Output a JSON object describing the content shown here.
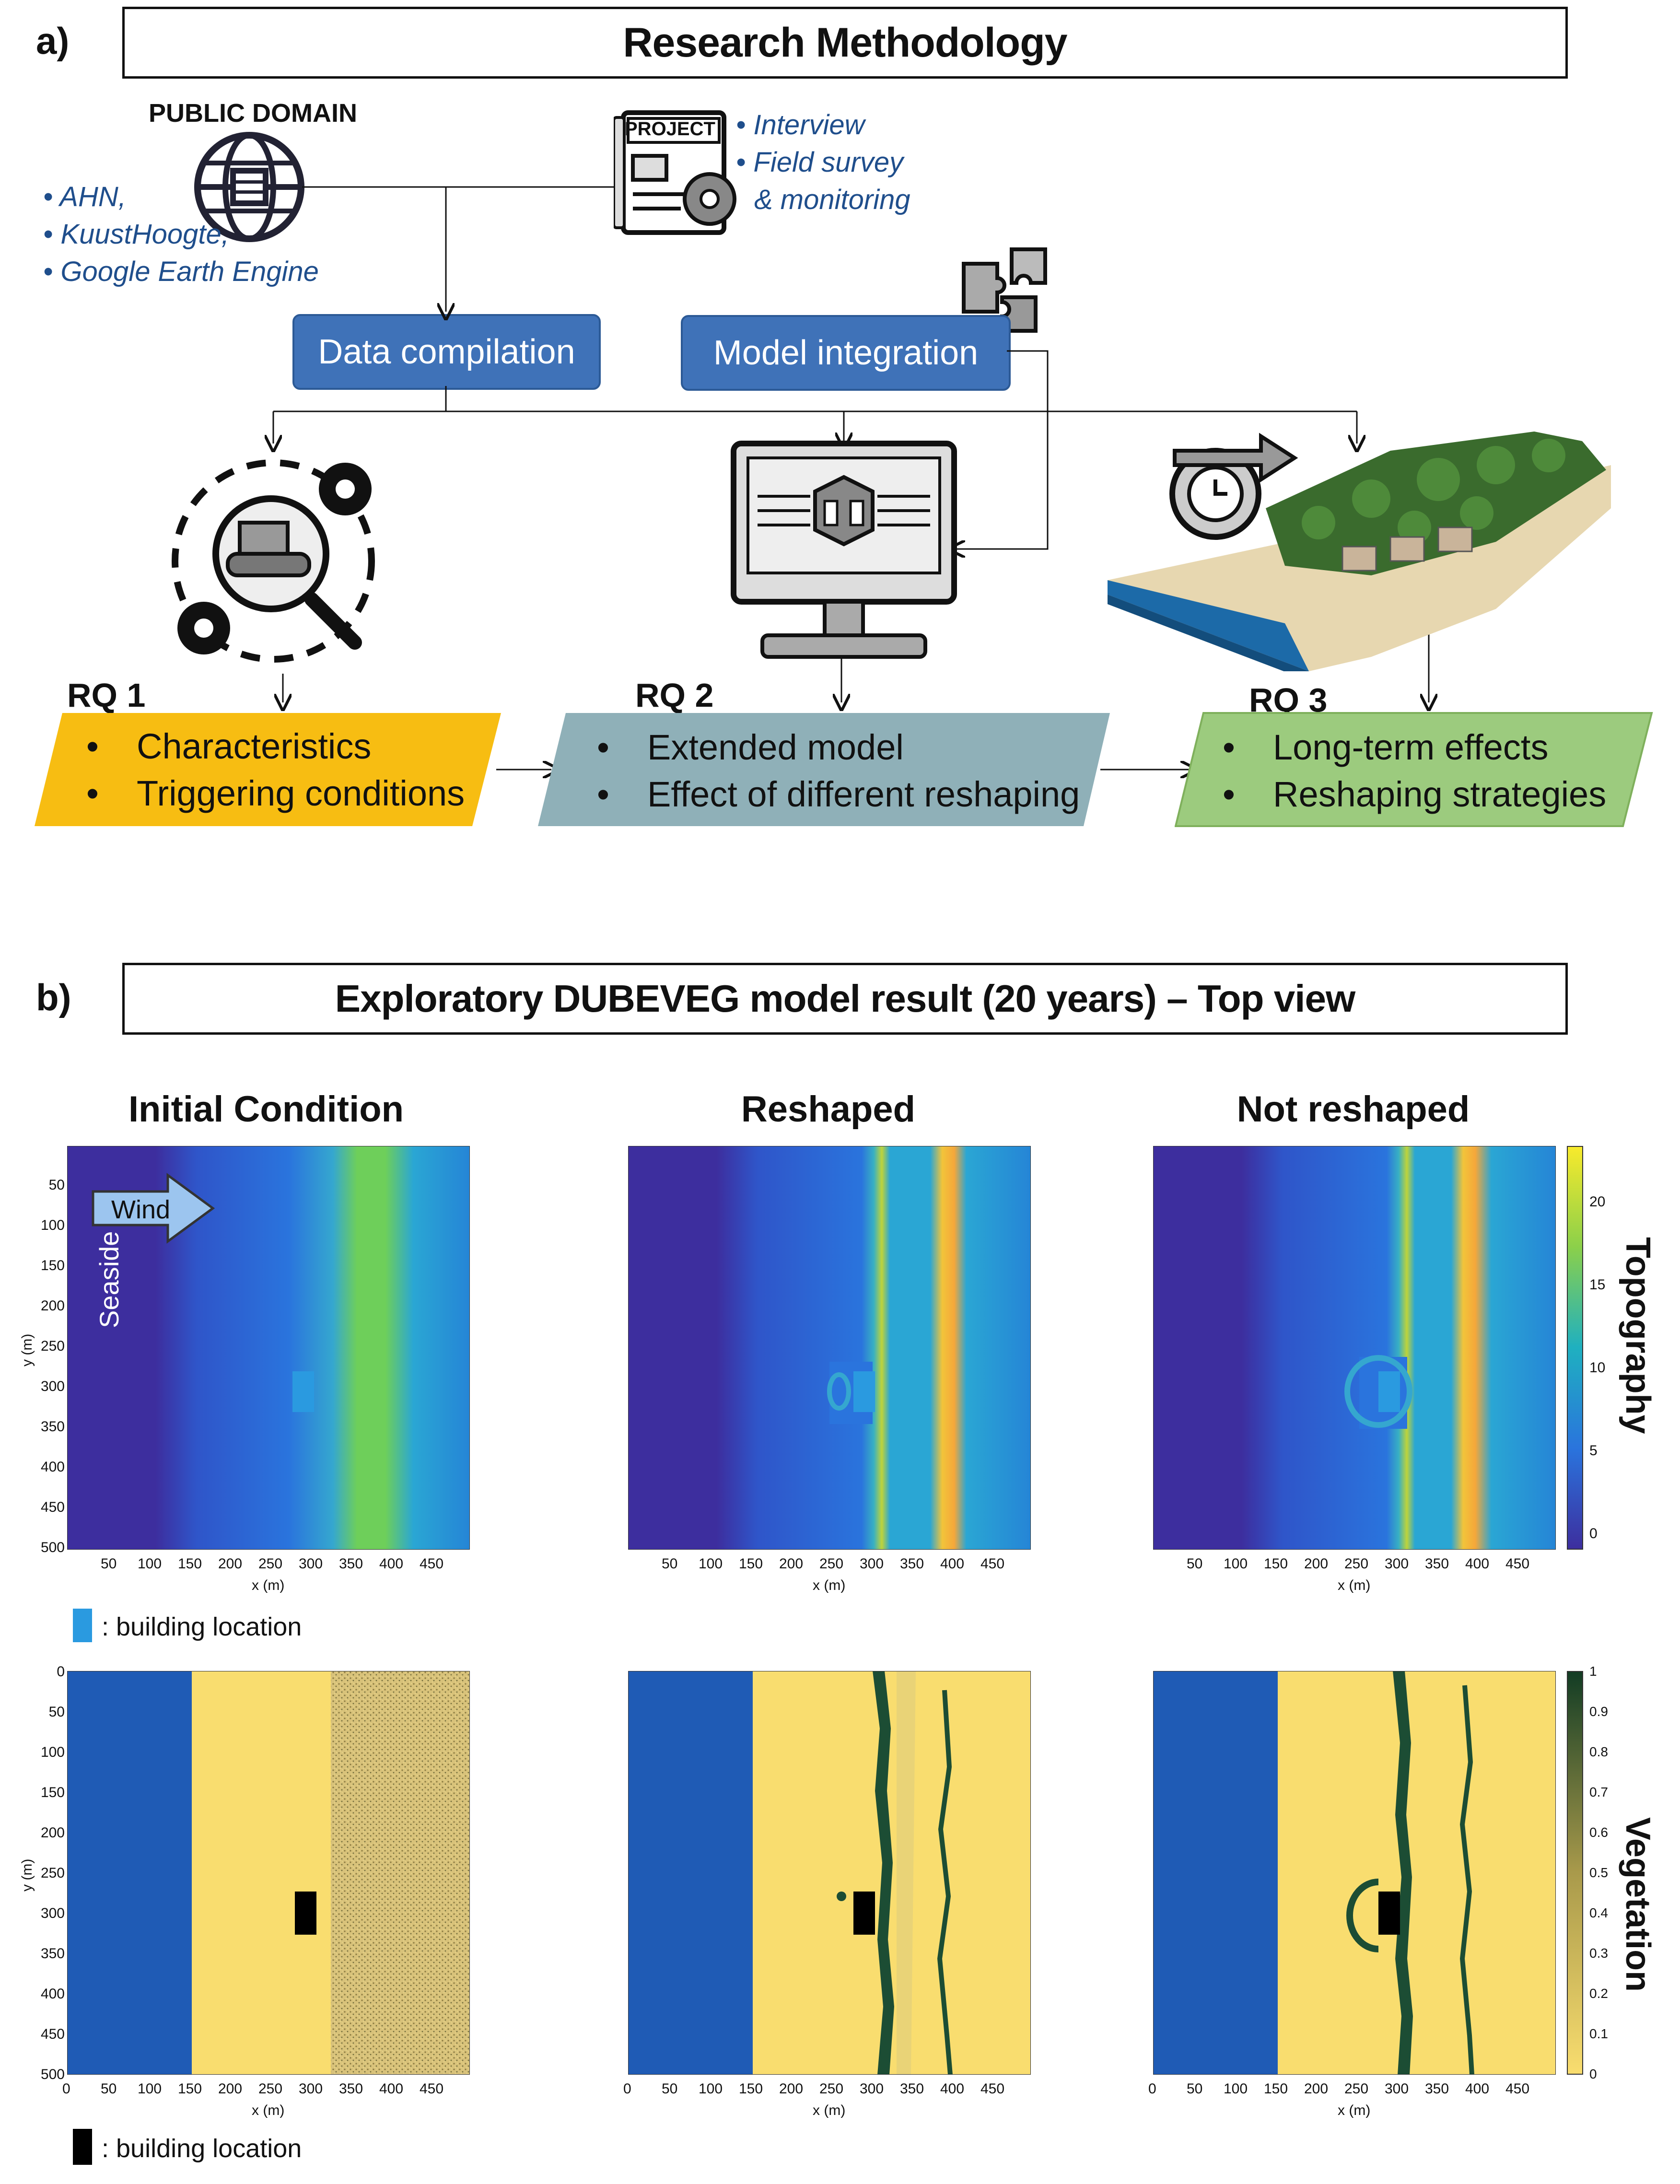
{
  "panel_a": {
    "letter": "a)",
    "title": "Research Methodology",
    "public_domain": {
      "label": "PUBLIC DOMAIN",
      "items": [
        "• AHN,",
        "• KuustHoogte,",
        "• Google Earth Engine"
      ]
    },
    "project": {
      "badge": "PROJECT",
      "items": [
        "• Interview",
        "• Field survey",
        "& monitoring"
      ]
    },
    "data_compilation": "Data compilation",
    "model_integration": "Model integration",
    "rq1": {
      "label": "RQ 1",
      "bullets": [
        "Characteristics",
        "Triggering conditions"
      ],
      "color": "#f7bd12"
    },
    "rq2": {
      "label": "RQ 2",
      "bullets": [
        "Extended model",
        "Effect of different reshaping"
      ],
      "color": "#8fb0b8"
    },
    "rq3": {
      "label": "RQ 3",
      "bullets": [
        "Long-term effects",
        "Reshaping strategies"
      ],
      "color": "#9ccb7e"
    }
  },
  "panel_b": {
    "letter": "b)",
    "title": "Exploratory DUBEVEG model result (20 years) – Top view",
    "col_titles": [
      "Initial Condition",
      "Reshaped",
      "Not reshaped"
    ],
    "wind_label": "Wind",
    "seaside_label": "Seaside",
    "x_label": "x (m)",
    "y_label": "y (m)",
    "topo_x_ticks": [
      "50",
      "100",
      "150",
      "200",
      "250",
      "300",
      "350",
      "400",
      "450"
    ],
    "topo_y_ticks": [
      "50",
      "100",
      "150",
      "200",
      "250",
      "300",
      "350",
      "400",
      "450",
      "500"
    ],
    "veg_x_ticks": [
      "0",
      "50",
      "100",
      "150",
      "200",
      "250",
      "300",
      "350",
      "400",
      "450"
    ],
    "veg_y_ticks": [
      "0",
      "50",
      "100",
      "150",
      "200",
      "250",
      "300",
      "350",
      "400",
      "450",
      "500"
    ],
    "topo_colorbar": {
      "title": "Topography",
      "ticks": [
        "20",
        "15",
        "10",
        "5",
        "0"
      ]
    },
    "veg_colorbar": {
      "title": "Vegetation",
      "ticks": [
        "1",
        "0.9",
        "0.8",
        "0.7",
        "0.6",
        "0.5",
        "0.4",
        "0.3",
        "0.2",
        "0.1",
        "0"
      ]
    },
    "legend_topo": ": building location",
    "legend_veg": ": building location",
    "colors": {
      "sea": "#1f5bb5",
      "sand": "#f9dd6f",
      "veg_dark": "#1c4d34",
      "topo_low": "#3e2f9f",
      "topo_mid": "#2585d6",
      "topo_dune": "#6ecf5a",
      "topo_peak": "#f8ce2c",
      "building_topo": "#2a9ae0",
      "building_veg": "#000000"
    }
  }
}
